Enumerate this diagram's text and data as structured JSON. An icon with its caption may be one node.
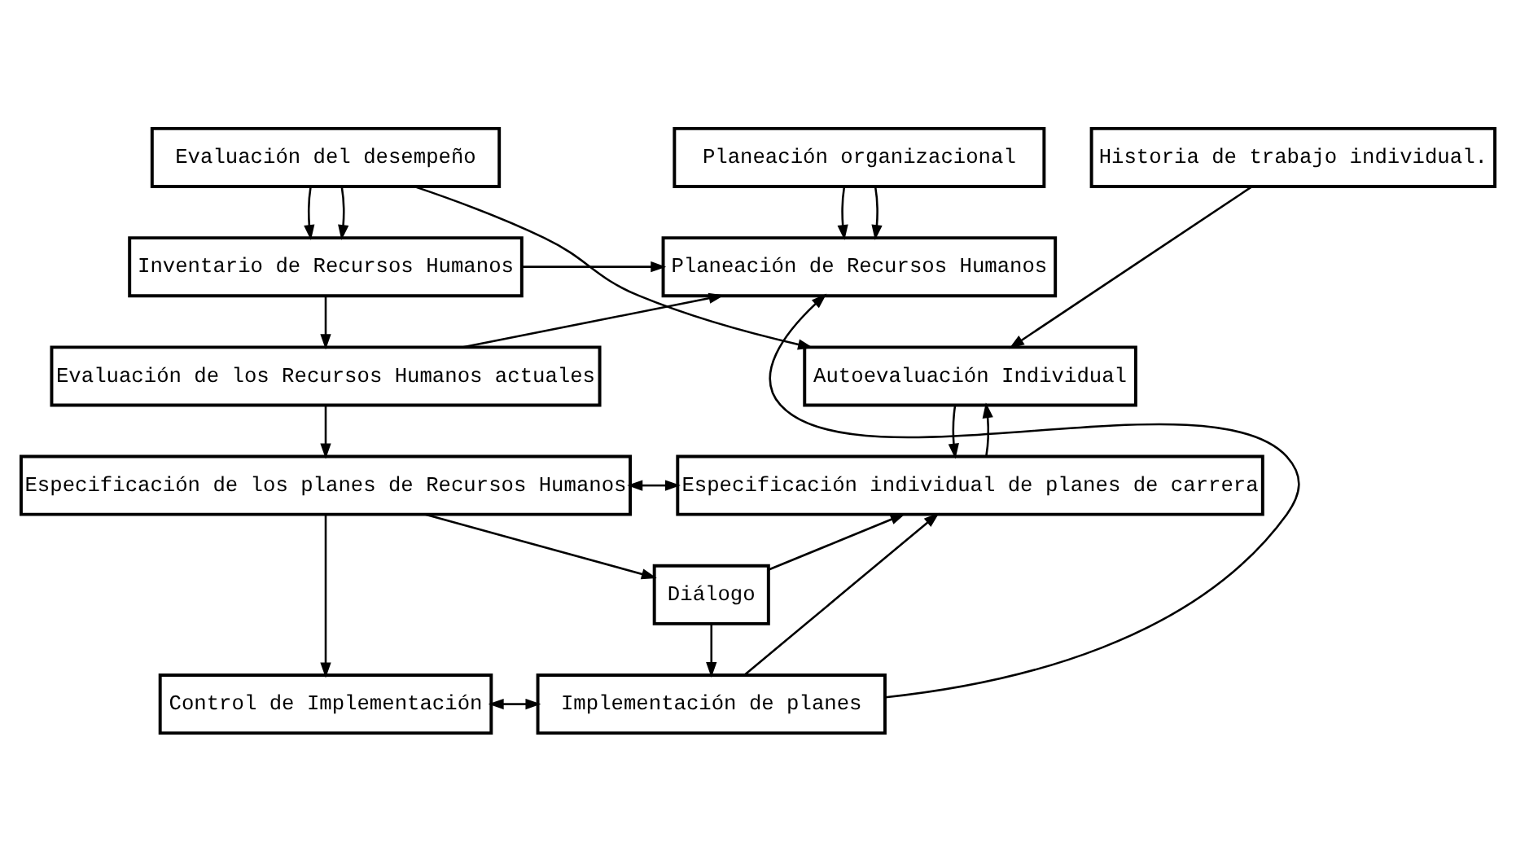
{
  "diagram": {
    "nodes": [
      {
        "text": [
          "Planeación organizacional"
        ]
      },
      {
        "text": [
          "Evaluación del desempeño"
        ]
      },
      {
        "text": [
          "Historia de trabajo individual."
        ]
      },
      {
        "text": [
          "Planeación de Recursos Humanos"
        ]
      },
      {
        "text": [
          "Inventario de Recursos Humanos"
        ]
      },
      {
        "text": [
          "Evaluación de los Recursos Humanos actuales"
        ]
      },
      {
        "text": [
          "Autoevaluación Individual"
        ]
      },
      {
        "text": [
          "Especificación de los planes de Recursos Humanos"
        ]
      },
      {
        "text": [
          "Especificación individual de planes de carrera"
        ]
      },
      {
        "text": [
          "Diálogo"
        ]
      },
      {
        "text": [
          "Control de Implementación"
        ]
      },
      {
        "text": [
          "Implementación de planes"
        ]
      }
    ],
    "edges": [
      {
        "from": 0,
        "to": 3,
        "arrow": "to"
      },
      {
        "from": 0,
        "to": 3,
        "arrow": "to"
      },
      {
        "from": 1,
        "to": 4,
        "arrow": "to"
      },
      {
        "from": 1,
        "to": 4,
        "arrow": "to"
      },
      {
        "from": 1,
        "to": 6,
        "arrow": "to"
      },
      {
        "from": 2,
        "to": 6,
        "arrow": "to"
      },
      {
        "from": 4,
        "to": 3,
        "arrow": "to"
      },
      {
        "from": 4,
        "to": 5,
        "arrow": "to"
      },
      {
        "from": 5,
        "to": 3,
        "arrow": "to"
      },
      {
        "from": 5,
        "to": 7,
        "arrow": "to"
      },
      {
        "from": 6,
        "to": 8,
        "arrow": "to"
      },
      {
        "from": 8,
        "to": 6,
        "arrow": "to"
      },
      {
        "from": 7,
        "to": 8,
        "arrow": "both"
      },
      {
        "from": 7,
        "to": 9,
        "arrow": "to"
      },
      {
        "from": 9,
        "to": 8,
        "arrow": "to"
      },
      {
        "from": 9,
        "to": 11,
        "arrow": "to"
      },
      {
        "from": 7,
        "to": 10,
        "arrow": "to"
      },
      {
        "from": 10,
        "to": 11,
        "arrow": "both"
      },
      {
        "from": 11,
        "to": 3,
        "arrow": "to"
      },
      {
        "from": 11,
        "to": 8,
        "arrow": "to"
      }
    ]
  }
}
